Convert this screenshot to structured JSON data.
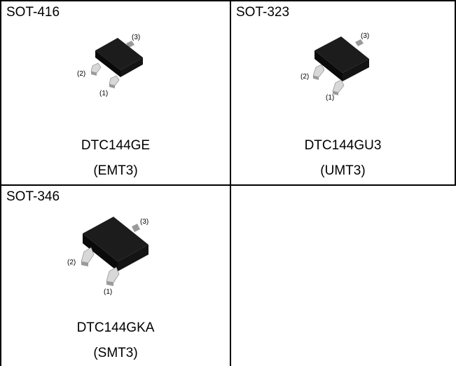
{
  "cells": [
    {
      "package": "SOT-416",
      "part_number": "DTC144GE",
      "package_code": "(EMT3)",
      "pins": [
        "(3)",
        "(2)",
        "(1)"
      ]
    },
    {
      "package": "SOT-323",
      "part_number": "DTC144GU3",
      "package_code": "(UMT3)",
      "pins": [
        "(3)",
        "(2)",
        "(1)"
      ]
    },
    {
      "package": "SOT-346",
      "part_number": "DTC144GKA",
      "package_code": "(SMT3)",
      "pins": [
        "(3)",
        "(2)",
        "(1)"
      ]
    }
  ]
}
